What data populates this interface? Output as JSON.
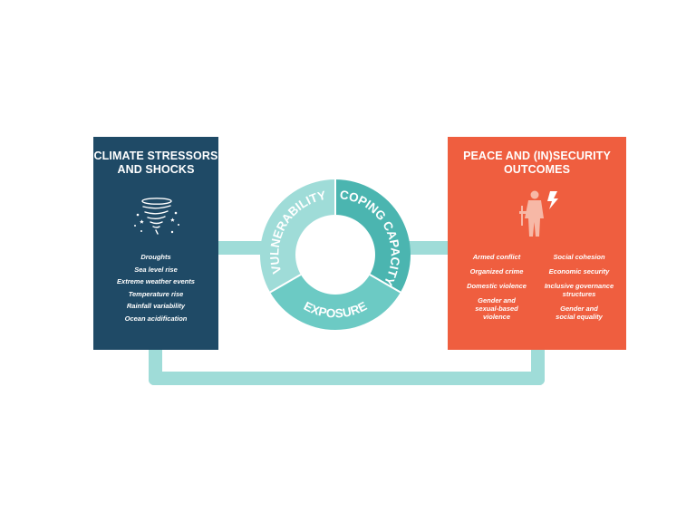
{
  "left_box": {
    "title_lines": [
      "CLIMATE STRESSORS",
      "AND SHOCKS"
    ],
    "items": [
      "Droughts",
      "Sea level rise",
      "Extreme weather events",
      "Temperature rise",
      "Rainfall variability",
      "Ocean acidification"
    ],
    "color": "#1f4a66"
  },
  "ring": {
    "segments": [
      "VULNERABILITY",
      "COPING CAPACITY",
      "EXPOSURE"
    ],
    "colors": [
      "#9fdcd8",
      "#4bb5b0",
      "#6ccac4"
    ]
  },
  "right_box": {
    "title_lines": [
      "PEACE AND (IN)SECURITY",
      "OUTCOMES"
    ],
    "column_1": [
      [
        "Armed conflict"
      ],
      [
        "Organized crime"
      ],
      [
        "Domestic violence"
      ],
      [
        "Gender and",
        "sexual-based",
        "violence"
      ]
    ],
    "column_2": [
      [
        "Social cohesion"
      ],
      [
        "Economic security"
      ],
      [
        "Inclusive governance",
        "structures"
      ],
      [
        "Gender and",
        "social equality"
      ]
    ],
    "color": "#ef5e3f"
  },
  "icons": {
    "left": "tornado-icon",
    "right": "armed-soldier-lightning-icon"
  },
  "connector_color": "#9fdcd8"
}
